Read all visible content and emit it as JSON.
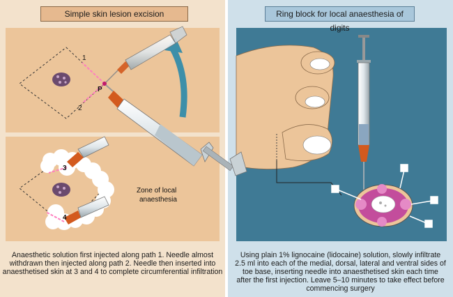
{
  "left": {
    "title": "Simple skin lesion excision",
    "caption": "Anaesthetic solution first injected along path 1. Needle almost withdrawn then injected along path 2. Needle then inserted into anaesthetised skin at 3 and 4 to complete circumferential infiltration",
    "labels": {
      "path1": "1",
      "path2": "2",
      "point_p": "P",
      "point3": "3",
      "point4": "4"
    },
    "zone_label_line1": "Zone of local",
    "zone_label_line2": "anaesthesia"
  },
  "right": {
    "title": "Ring block for local anaesthesia of digits",
    "caption": "Using plain 1% lignocaine (lidocaine) solution, slowly infiltrate 2.5 ml into each of the medial, dorsal, lateral and ventral sides of toe base, inserting needle into anaesthetised skin each time after the first injection. Leave 5–10 minutes to take effect before commencing surgery"
  },
  "colors": {
    "skin": "#ecc59a",
    "left_bg": "#f3e2cc",
    "right_bg": "#cfe0ea",
    "diagram_bg": "#3f7a95",
    "needle_hub": "#d35a1e",
    "lesion": "#6b4a6e",
    "arrow": "#3d8fa9",
    "tissue": "#c34d9c"
  }
}
